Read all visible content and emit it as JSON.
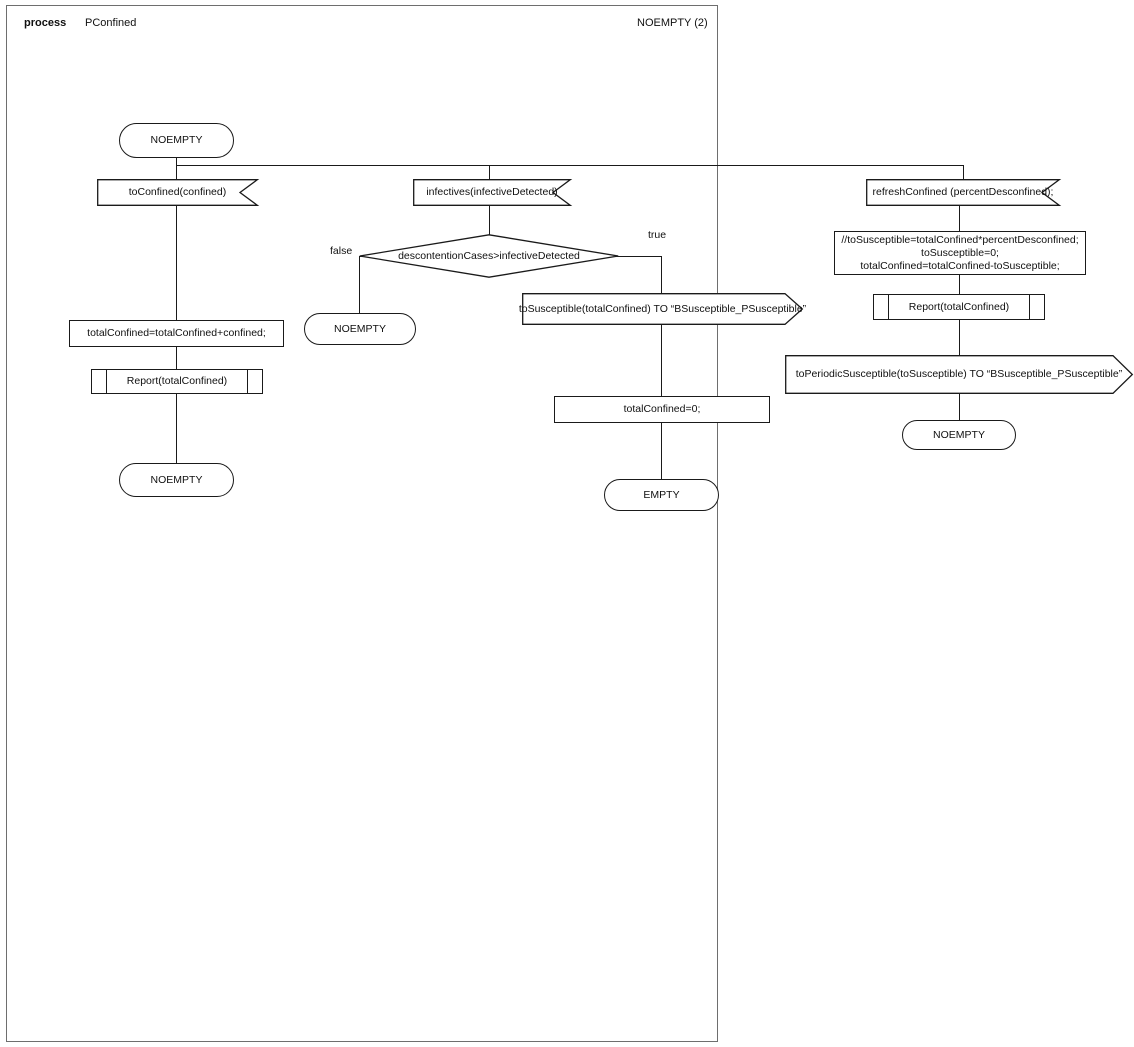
{
  "header": {
    "keyword": "process",
    "process_name": "PConfined",
    "page_label": "NOEMPTY (2)"
  },
  "diagram": {
    "type": "sdl-process-diagram",
    "start_state": "NOEMPTY",
    "branches": [
      {
        "id": "branch-toconfined",
        "input_signal": "toConfined(confined)",
        "nodes": [
          {
            "kind": "task",
            "text": "totalConfined=totalConfined+confined;"
          },
          {
            "kind": "procedure-call",
            "text": "Report(totalConfined)"
          },
          {
            "kind": "state",
            "text": "NOEMPTY"
          }
        ]
      },
      {
        "id": "branch-infectives",
        "input_signal": "infectives(infectiveDetected)",
        "decision": {
          "condition": "descontentionCases>infectiveDetected",
          "false_label": "false",
          "true_label": "true"
        },
        "false_nodes": [
          {
            "kind": "state",
            "text": "NOEMPTY"
          }
        ],
        "true_nodes": [
          {
            "kind": "output-signal",
            "text": "toSusceptible(totalConfined) TO “BSusceptible_PSusceptible”"
          },
          {
            "kind": "task",
            "text": "totalConfined=0;"
          },
          {
            "kind": "state",
            "text": "EMPTY"
          }
        ]
      },
      {
        "id": "branch-refreshconfined",
        "input_signal": "refreshConfined (percentDesconfined);",
        "nodes": [
          {
            "kind": "task",
            "text": "//toSusceptible=totalConfined*percentDesconfined;\ntoSusceptible=0;\ntotalConfined=totalConfined-toSusceptible;"
          },
          {
            "kind": "procedure-call",
            "text": "Report(totalConfined)"
          },
          {
            "kind": "output-signal",
            "text": "toPeriodicSusceptible(toSusceptible) TO “BSusceptible_PSusceptible”"
          },
          {
            "kind": "state",
            "text": "NOEMPTY"
          }
        ]
      }
    ]
  },
  "colors": {
    "stroke": "#1a1a1a",
    "frame": "#6e6e6e",
    "background": "#ffffff",
    "text": "#101010"
  }
}
